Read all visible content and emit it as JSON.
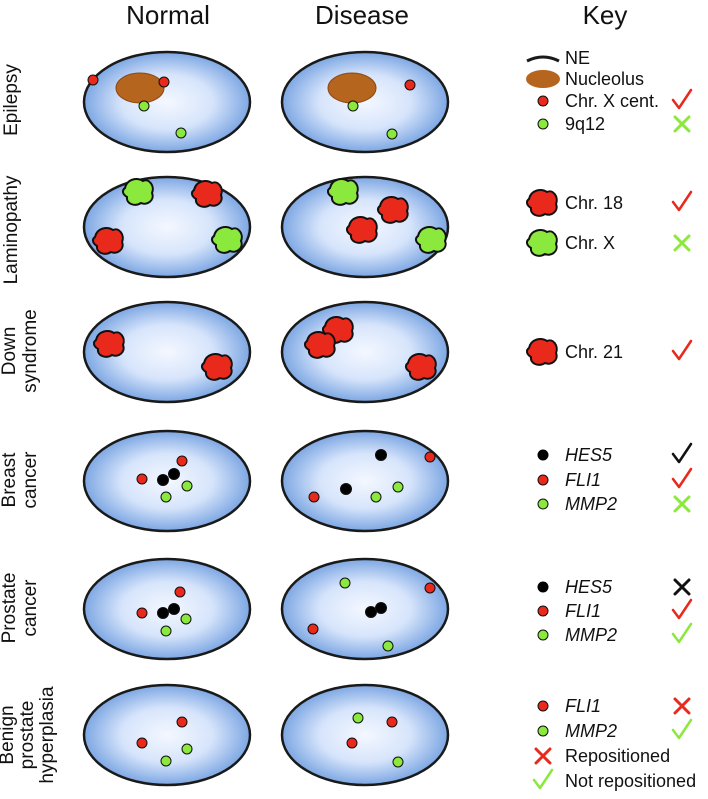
{
  "headers": {
    "normal": "Normal",
    "disease": "Disease",
    "key": "Key"
  },
  "colors": {
    "cell_center": "#f4f8ff",
    "cell_edge": "#7da7e3",
    "envelope": "#1a1a1a",
    "nucleolus": "#b5651d",
    "red": "#e8291c",
    "green": "#8be83c",
    "black": "#000000",
    "tick_red": "#e8291c",
    "tick_green": "#8be83c",
    "tick_black": "#111111",
    "cross_green": "#8be83c",
    "cross_red": "#e8291c",
    "cross_black": "#111111"
  },
  "rows": [
    {
      "lines": [
        "Epilepsy"
      ],
      "key": [
        {
          "symbol": "line",
          "label": "NE",
          "italic": false,
          "mark": "none"
        },
        {
          "symbol": "nucleolus",
          "label": "Nucleolus",
          "italic": false,
          "mark": "none"
        },
        {
          "symbol": "dot-red",
          "label": "Chr. X cent.",
          "italic": false,
          "mark": "tick-red"
        },
        {
          "symbol": "dot-green",
          "label": "9q12",
          "italic": false,
          "mark": "cross-green"
        }
      ]
    },
    {
      "lines": [
        "Laminopathy"
      ],
      "key": [
        {
          "symbol": "chrom-red",
          "label": "Chr. 18",
          "italic": false,
          "mark": "tick-red"
        },
        {
          "symbol": "chrom-green",
          "label": "Chr. X",
          "italic": false,
          "mark": "cross-green"
        }
      ]
    },
    {
      "lines": [
        "Down",
        "syndrome"
      ],
      "key": [
        {
          "symbol": "chrom-red",
          "label": "Chr. 21",
          "italic": false,
          "mark": "tick-red"
        }
      ]
    },
    {
      "lines": [
        "Breast",
        "cancer"
      ],
      "key": [
        {
          "symbol": "dot-black",
          "label": "HES5",
          "italic": true,
          "mark": "tick-black"
        },
        {
          "symbol": "dot-red",
          "label": "FLI1",
          "italic": true,
          "mark": "tick-red"
        },
        {
          "symbol": "dot-green",
          "label": "MMP2",
          "italic": true,
          "mark": "cross-green"
        }
      ]
    },
    {
      "lines": [
        "Prostate",
        "cancer"
      ],
      "key": [
        {
          "symbol": "dot-black",
          "label": "HES5",
          "italic": true,
          "mark": "cross-black"
        },
        {
          "symbol": "dot-red",
          "label": "FLI1",
          "italic": true,
          "mark": "tick-red"
        },
        {
          "symbol": "dot-green",
          "label": "MMP2",
          "italic": true,
          "mark": "tick-green"
        }
      ]
    },
    {
      "lines": [
        "Benign",
        "prostate",
        "hyperplasia"
      ],
      "key": [
        {
          "symbol": "dot-red",
          "label": "FLI1",
          "italic": true,
          "mark": "cross-red"
        },
        {
          "symbol": "dot-green",
          "label": "MMP2",
          "italic": true,
          "mark": "tick-green"
        },
        {
          "symbol": "cross-red",
          "label": "Repositioned",
          "italic": false,
          "mark": "none"
        },
        {
          "symbol": "tick-green",
          "label": "Not repositioned",
          "italic": false,
          "mark": "none"
        }
      ]
    }
  ]
}
